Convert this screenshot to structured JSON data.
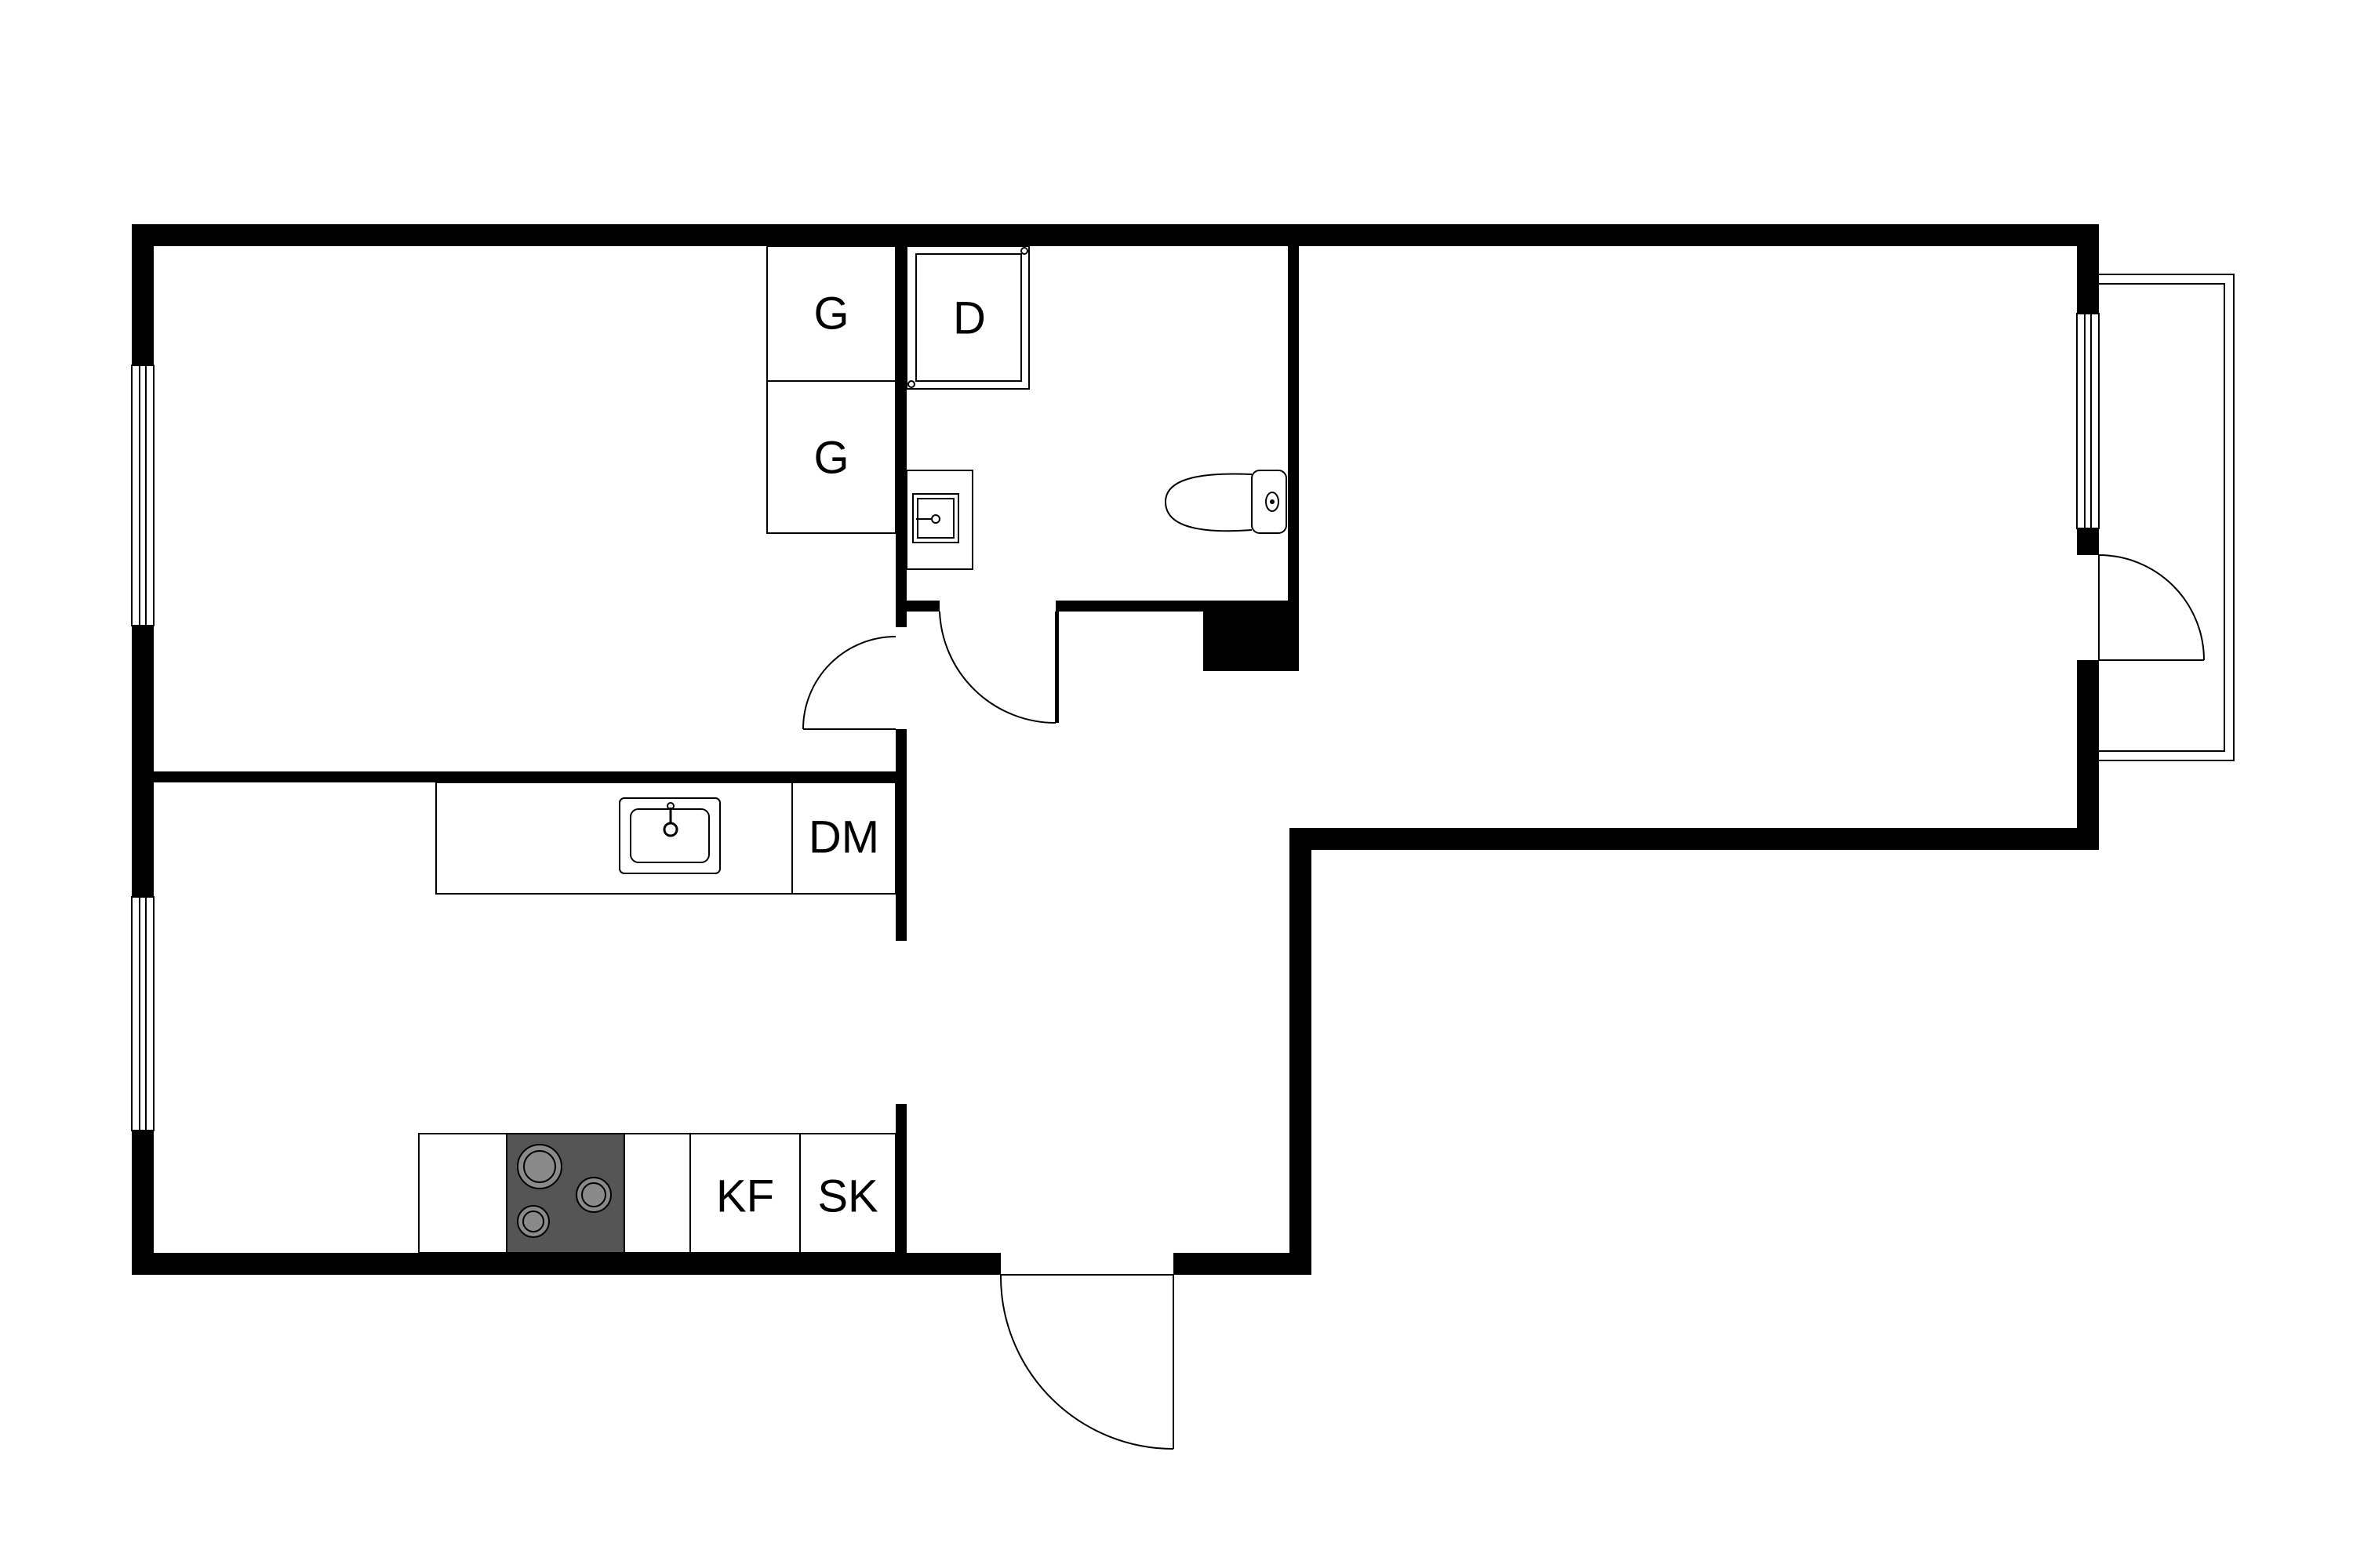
{
  "floor_plan": {
    "colors": {
      "background": "#ffffff",
      "wall": "#000000",
      "stovetop": "#555555",
      "burner": "#8a8a8a",
      "fixture_line": "#000000",
      "window_frame": "#cccccc"
    },
    "labels": {
      "wardrobe_top": "G",
      "wardrobe_bottom": "G",
      "shower": "D",
      "dishwasher": "DM",
      "fridge_freezer": "KF",
      "cabinet": "SK"
    },
    "icons": {
      "kitchen_sink": "sink-icon",
      "bathroom_sink": "washbasin-icon",
      "toilet": "toilet-icon",
      "stovetop": "cooktop-icon",
      "door_swing": "door-swing-icon"
    }
  }
}
